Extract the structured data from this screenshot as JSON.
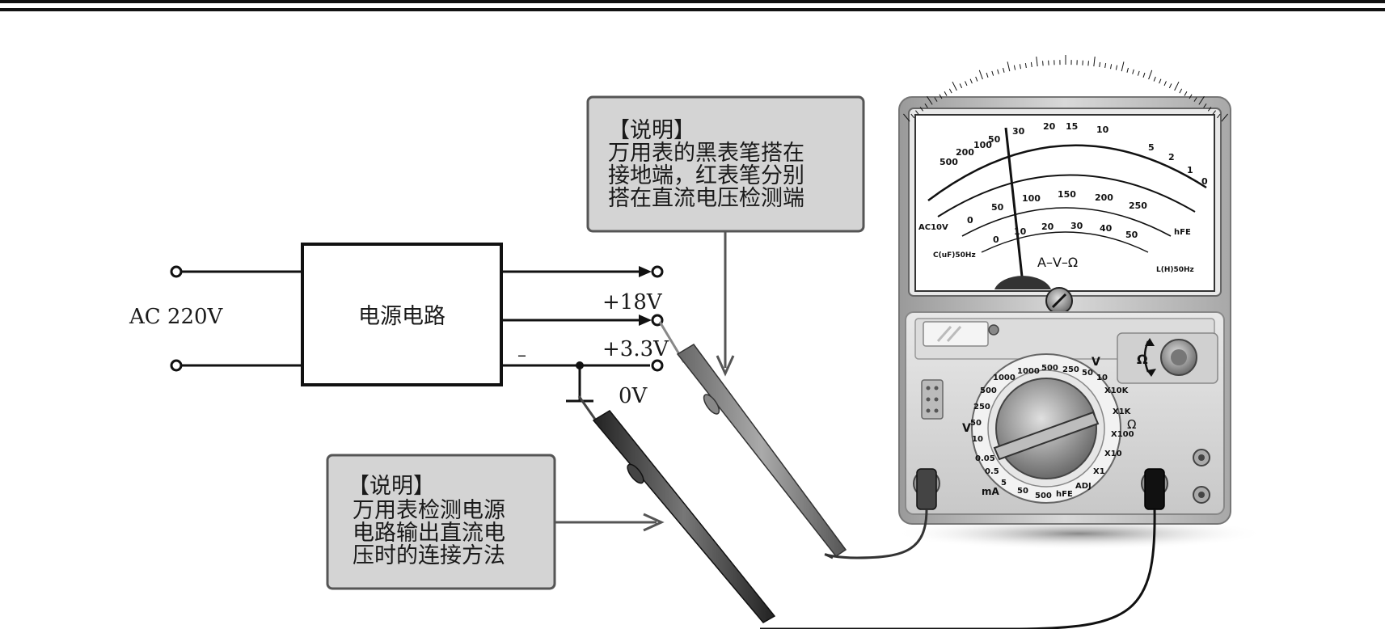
{
  "circuit": {
    "input_label": "AC 220V",
    "box_label": "电源电路",
    "out_18v": "+18V",
    "out_3v3": "+3.3V",
    "out_0v": "0V",
    "minus_sign": "–"
  },
  "note_top": {
    "heading": "【说明】",
    "lines": [
      "万用表的黑表笔搭在",
      "接地端，红表笔分别",
      "搭在直流电压检测端"
    ]
  },
  "note_bottom": {
    "heading": "【说明】",
    "lines": [
      "万用表检测电源",
      "电路输出直流电",
      "压时的连接方法"
    ]
  },
  "meter": {
    "scale_top_numbers": [
      "500",
      "200",
      "100",
      "50",
      "30",
      "20",
      "15",
      "10",
      "5",
      "2",
      "1",
      "0"
    ],
    "scale_mid_numbers": [
      "0",
      "50",
      "100",
      "150",
      "200",
      "250"
    ],
    "dc_numbers": [
      "0",
      "10",
      "20",
      "30",
      "40",
      "50"
    ],
    "function_label": "A–V–Ω",
    "label_ac10v": "AC10V",
    "label_cuf": "C(uF)50Hz",
    "label_lh": "L(H)50Hz",
    "label_hfe": "hFE",
    "label_omega_knob": "Ω",
    "label_ohm_range": "Ω",
    "label_v": "V",
    "label_ma": "mA",
    "dial_v_ranges": [
      "1000",
      "500",
      "250",
      "50",
      "10"
    ],
    "dial_ohm_ranges": [
      "X10K",
      "X1K",
      "X100",
      "X10",
      "X1"
    ],
    "dial_ma_ranges": [
      "500",
      "50",
      "5",
      "0.5",
      "0.05"
    ],
    "dial_acv_ranges": [
      "10",
      "50",
      "250",
      "500",
      "1000"
    ],
    "dial_misc": [
      "ADJ",
      "hFE"
    ]
  }
}
